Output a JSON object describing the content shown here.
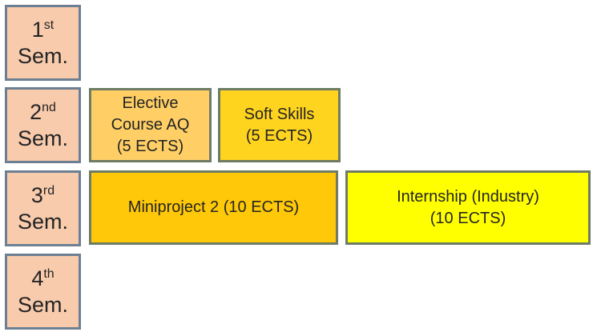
{
  "diagram": {
    "semesters": [
      {
        "ordinal": "1",
        "suffix": "st",
        "caption": "Sem."
      },
      {
        "ordinal": "2",
        "suffix": "nd",
        "caption": "Sem."
      },
      {
        "ordinal": "3",
        "suffix": "rd",
        "caption": "Sem."
      },
      {
        "ordinal": "4",
        "suffix": "th",
        "caption": "Sem."
      }
    ],
    "courses": {
      "elective": {
        "lines": [
          "Elective",
          "Course AQ",
          "(5 ECTS)"
        ]
      },
      "soft_skills": {
        "lines": [
          "Soft Skills",
          "(5 ECTS)"
        ]
      },
      "miniproject": {
        "lines": [
          "Miniproject 2 (10 ECTS)"
        ]
      },
      "internship": {
        "lines": [
          "Internship (Industry)",
          "(10 ECTS)"
        ]
      }
    },
    "colors": {
      "background": "#FFFFFF",
      "text": "#242424",
      "semester_fill": "#F8CBAD",
      "semester_border": "#6C7F93",
      "course_border": "#6E7C64",
      "elective_fill": "#FFCF66",
      "soft_skills_fill": "#FFD41F",
      "miniproject_fill": "#FFC808",
      "internship_fill": "#FFFF00"
    }
  }
}
